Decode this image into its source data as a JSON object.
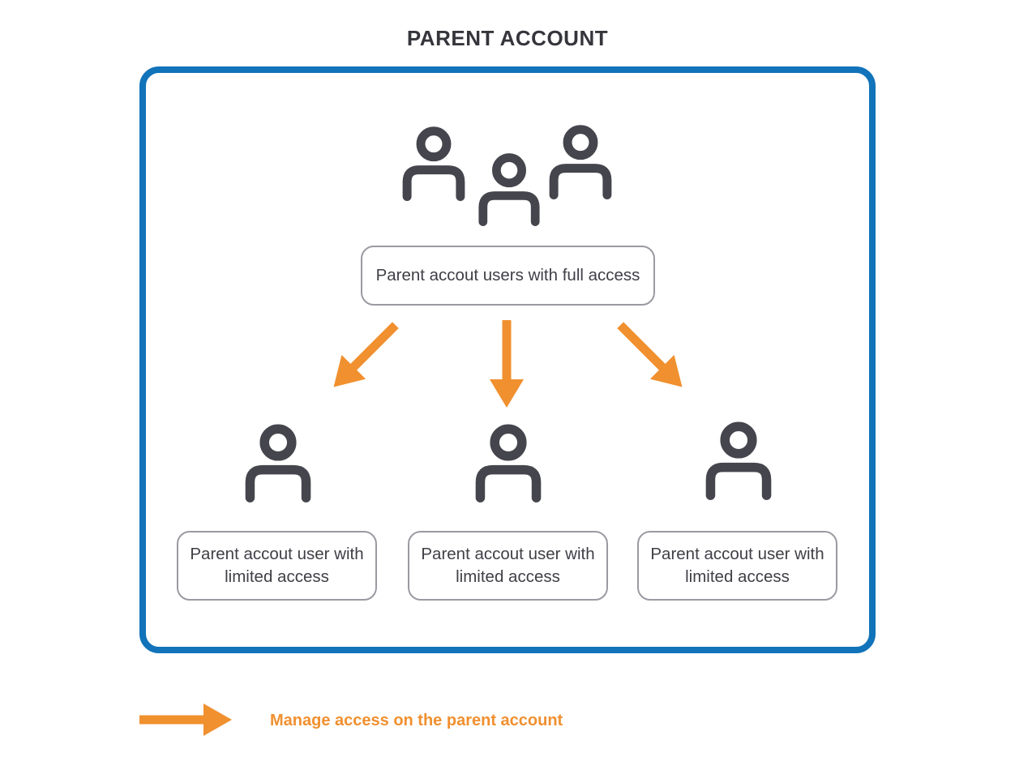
{
  "title": "PARENT ACCOUNT",
  "parent_box": {
    "full_access_label": "Parent accout users with full access",
    "limited_access_nodes": [
      {
        "label": "Parent accout user with limited access"
      },
      {
        "label": "Parent accout user with limited access"
      },
      {
        "label": "Parent accout user with limited access"
      }
    ]
  },
  "legend": {
    "label": "Manage access on the parent account"
  },
  "icons": {
    "top": "group-of-three-users-icon",
    "children": "single-user-icon",
    "connectors": "orange-manage-access-arrows"
  },
  "colors": {
    "blue_border": "#1173b9",
    "orange": "#f0902f",
    "charcoal": "#45454d",
    "gray_border": "#9a9aa2",
    "text": "#3f3f46"
  }
}
